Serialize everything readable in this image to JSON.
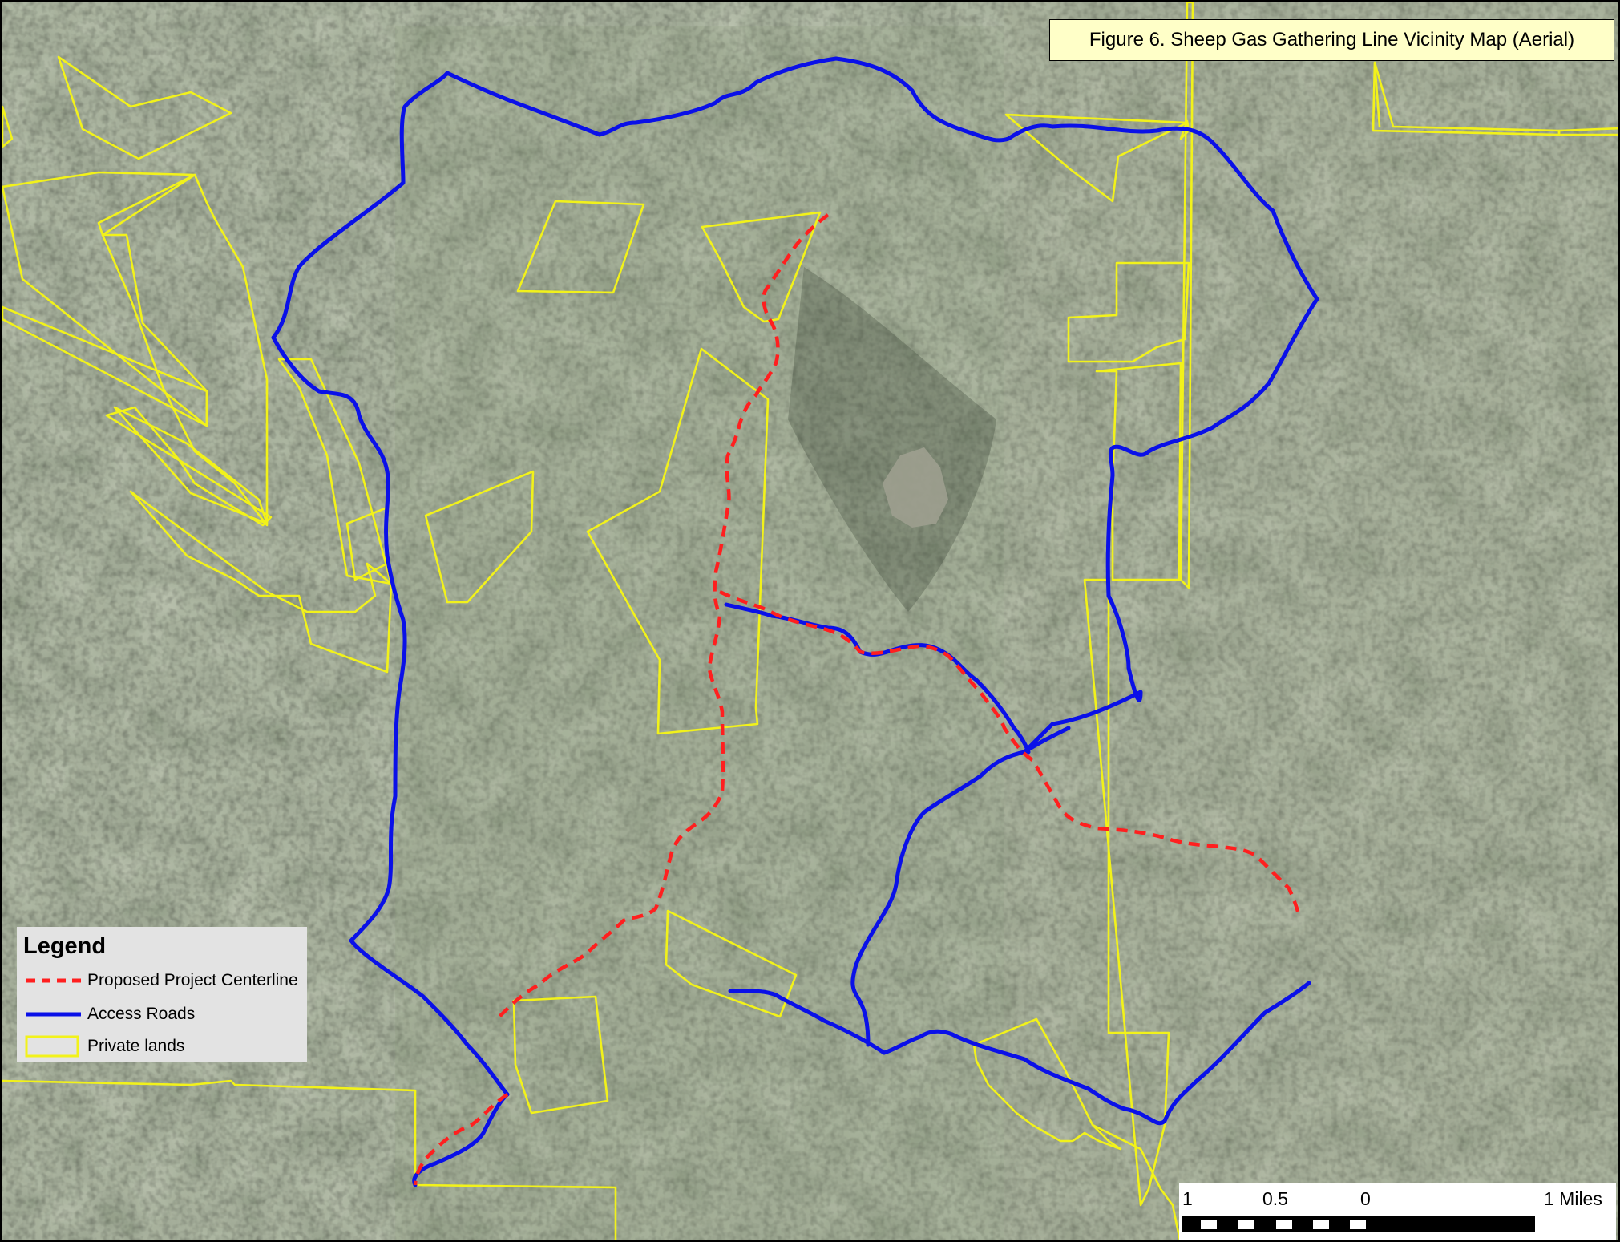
{
  "map": {
    "title": "Figure 6.  Sheep Gas Gathering Line Vicinity Map (Aerial)",
    "colors": {
      "imagery_base": "#5f6d52",
      "imagery_dark": "#3e4a36",
      "imagery_light": "#8a9677",
      "centerline": "#ff1f1f",
      "access_roads": "#0a10e8",
      "private_lands": "#f2f21a",
      "title_bg": "#ffffc8",
      "legend_bg": "#e3e3e3"
    }
  },
  "legend": {
    "heading": "Legend",
    "items": [
      {
        "label": "Proposed Project Centerline",
        "symbol": "red-dashed-line"
      },
      {
        "label": "Access Roads",
        "symbol": "blue-solid-line"
      },
      {
        "label": "Private lands",
        "symbol": "yellow-outline-box"
      }
    ]
  },
  "scale_bar": {
    "labels": [
      "1",
      "0.5",
      "0",
      "1 Miles"
    ]
  }
}
